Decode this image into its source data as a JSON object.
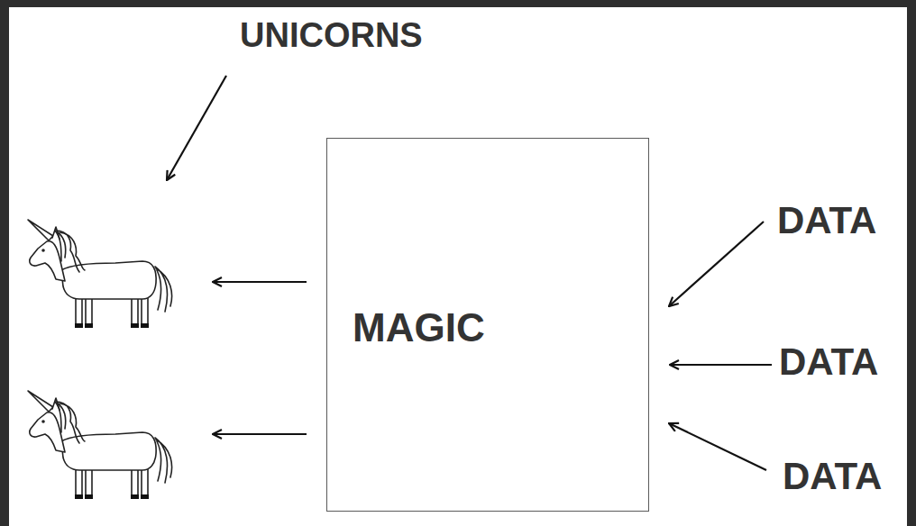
{
  "diagram": {
    "nodes": [
      {
        "text": [
          "MAGIC"
        ]
      }
    ],
    "labels": [
      "UNICORNS",
      "DATA",
      "DATA",
      "DATA"
    ]
  }
}
